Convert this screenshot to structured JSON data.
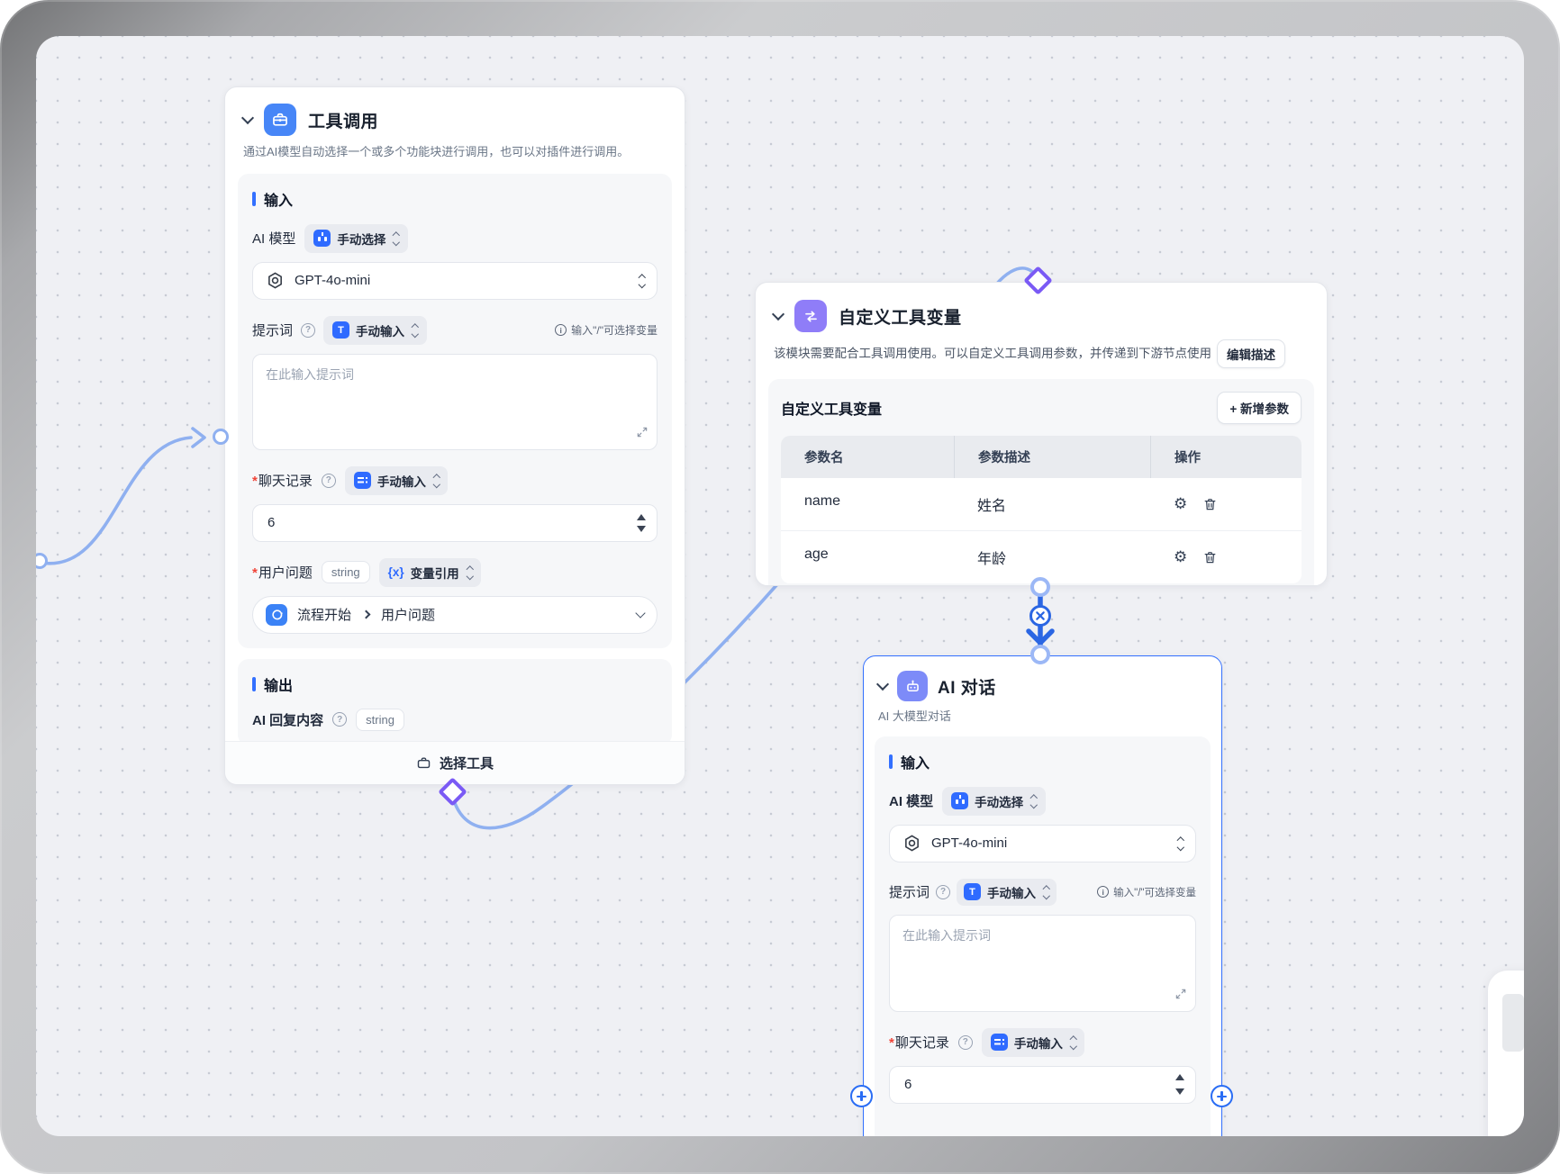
{
  "ui": {
    "required_mark": "*",
    "help_mark": "?",
    "info_mark": "i",
    "text_icon_glyph": "T",
    "gear_glyph": "⚙"
  },
  "node_tool_call": {
    "title": "工具调用",
    "description": "通过AI模型自动选择一个或多个功能块进行调用，也可以对插件进行调用。",
    "input_section_label": "输入",
    "output_section_label": "输出",
    "ai_model_label": "AI 模型",
    "ai_model_mode": "手动选择",
    "model_name": "GPT-4o-mini",
    "prompt_label": "提示词",
    "prompt_mode": "手动输入",
    "prompt_hint": "输入\"/\"可选择变量",
    "prompt_placeholder": "在此输入提示词",
    "chat_history_label": "聊天记录",
    "chat_history_mode": "手动输入",
    "chat_history_value": "6",
    "user_question_label": "用户问题",
    "user_question_type": "string",
    "user_question_mode_icon": "{x}",
    "user_question_mode": "变量引用",
    "user_question_source": "流程开始",
    "user_question_field": "用户问题",
    "output_field_label": "AI 回复内容",
    "output_field_type": "string",
    "select_tool_button": "选择工具"
  },
  "node_custom_vars": {
    "title": "自定义工具变量",
    "description": "该模块需要配合工具调用使用。可以自定义工具调用参数，并传递到下游节点使用",
    "edit_description_button": "编辑描述",
    "panel_title": "自定义工具变量",
    "add_param_button": "+ 新增参数",
    "col_param_name": "参数名",
    "col_param_desc": "参数描述",
    "col_actions": "操作",
    "rows": [
      {
        "name": "name",
        "desc": "姓名"
      },
      {
        "name": "age",
        "desc": "年龄"
      }
    ]
  },
  "node_ai_chat": {
    "title": "AI 对话",
    "subtitle": "AI 大模型对话",
    "input_section_label": "输入",
    "ai_model_label": "AI 模型",
    "ai_model_mode": "手动选择",
    "model_name": "GPT-4o-mini",
    "prompt_label": "提示词",
    "prompt_mode": "手动输入",
    "prompt_hint": "输入\"/\"可选择变量",
    "prompt_placeholder": "在此输入提示词",
    "chat_history_label": "聊天记录",
    "chat_history_mode": "手动输入",
    "chat_history_value": "6"
  },
  "colors": {
    "accent_blue": "#3370ff",
    "edge_light_blue": "#8fb0f0",
    "edge_strong_blue": "#2b66e3",
    "diamond_purple": "#7a5af5",
    "tool_icon_bg": "#4786f7",
    "vars_icon_bg": "#8f7df8",
    "chat_icon_bg": "#7d8bf8"
  }
}
